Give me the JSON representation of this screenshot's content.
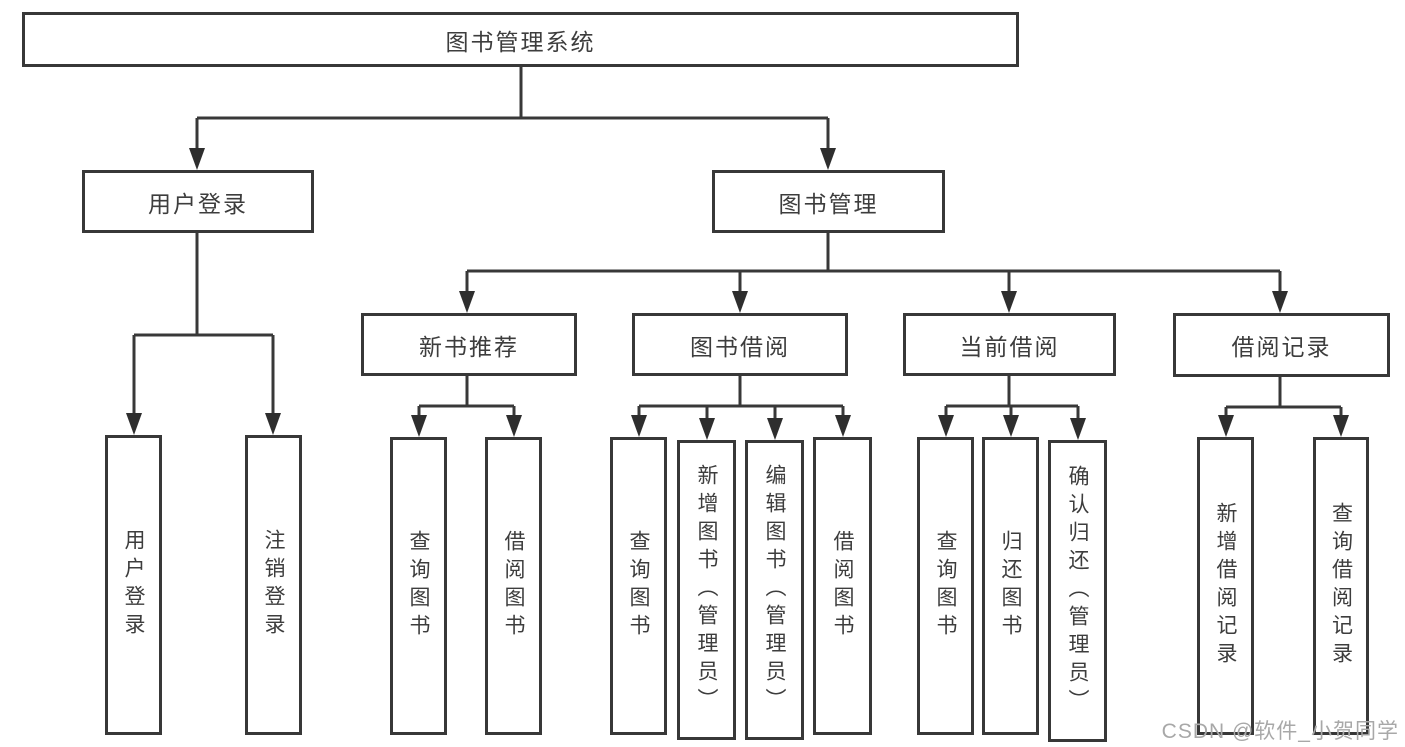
{
  "diagram": {
    "root": {
      "label": "图书管理系统"
    },
    "branches": [
      {
        "label": "用户登录",
        "children": [
          {
            "label": "用户登录"
          },
          {
            "label": "注销登录"
          }
        ]
      },
      {
        "label": "图书管理",
        "children": [
          {
            "label": "新书推荐",
            "children": [
              {
                "label": "查询图书"
              },
              {
                "label": "借阅图书"
              }
            ]
          },
          {
            "label": "图书借阅",
            "children": [
              {
                "label": "查询图书"
              },
              {
                "label": "新增图书（管理员）"
              },
              {
                "label": "编辑图书（管理员）"
              },
              {
                "label": "借阅图书"
              }
            ]
          },
          {
            "label": "当前借阅",
            "children": [
              {
                "label": "查询图书"
              },
              {
                "label": "归还图书"
              },
              {
                "label": "确认归还（管理员）"
              }
            ]
          },
          {
            "label": "借阅记录",
            "children": [
              {
                "label": "新增借阅记录"
              },
              {
                "label": "查询借阅记录"
              }
            ]
          }
        ]
      }
    ],
    "watermark": "CSDN @软件_小贺同学",
    "colors": {
      "line": "#383838",
      "text": "#3d3d3d",
      "box_background": "#ffffff",
      "watermark": "#a8a8a8",
      "background": "#ffffff"
    }
  }
}
